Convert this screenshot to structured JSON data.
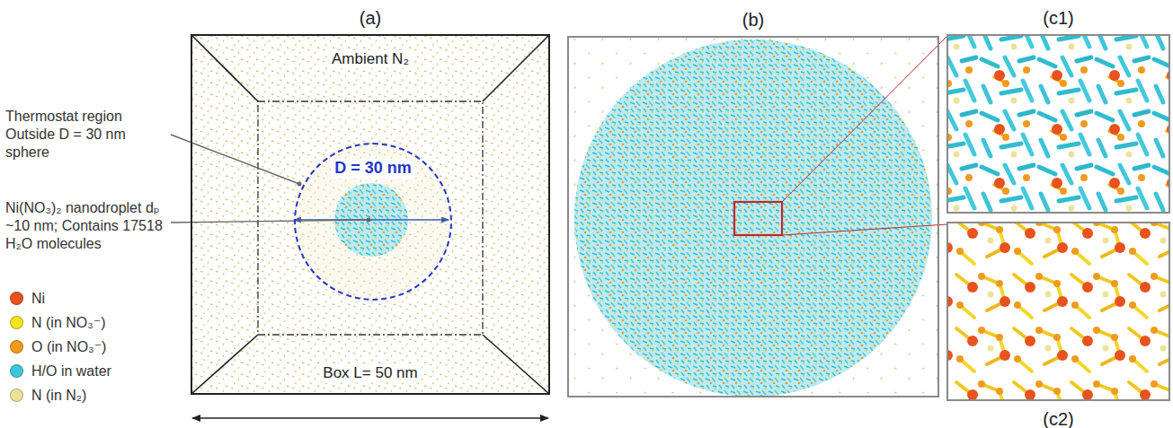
{
  "diagram": {
    "nodes": [
      {
        "text": [
          "(a)",
          "Ambient N₂",
          "Box L= 50 nm"
        ]
      },
      {
        "text": [
          "D = 30 nm"
        ],
        "in": 0
      },
      {
        "text": [
          "(b)"
        ]
      },
      {
        "text": [
          "(c1)"
        ]
      },
      {
        "text": [
          "(c2)"
        ]
      }
    ],
    "labels": [
      "Thermostat region Outside D = 30 nm sphere",
      "Ni(NO₃)₂ nanodroplet dₚ ~10 nm; Contains 17518 H₂O molecules"
    ],
    "legend": [
      {
        "text": "Ni",
        "color": "#e8521c"
      },
      {
        "text": "N (in NO₃⁻)",
        "color": "#f3e31e"
      },
      {
        "text": "O (in NO₃⁻)",
        "color": "#f09b1e"
      },
      {
        "text": "H/O in water",
        "color": "#3ec6d8"
      },
      {
        "text": "N (in N₂)",
        "color": "#ece39a"
      }
    ]
  }
}
